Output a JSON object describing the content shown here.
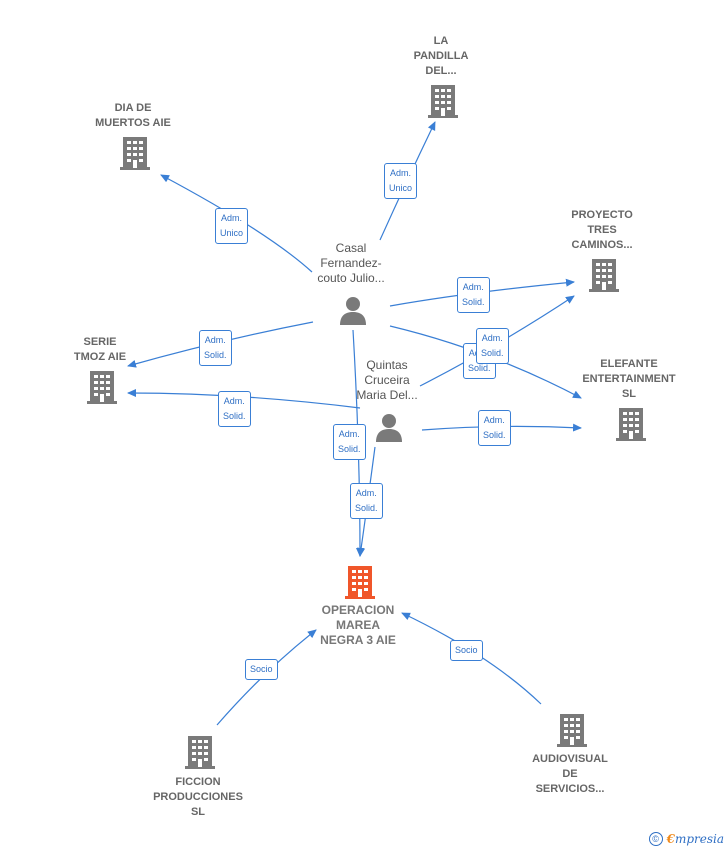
{
  "colors": {
    "edge": "#3a7fd5",
    "building": "#7a7a7a",
    "main_building": "#f0562a",
    "person": "#7a7a7a"
  },
  "nodes": [
    {
      "id": "dia",
      "kind": "company",
      "label": "DIA DE\nMUERTOS  AIE"
    },
    {
      "id": "pandilla",
      "kind": "company",
      "label": "LA\nPANDILLA\nDEL..."
    },
    {
      "id": "proyecto",
      "kind": "company",
      "label": "PROYECTO\nTRES\nCAMINOS..."
    },
    {
      "id": "serie",
      "kind": "company",
      "label": "SERIE\nTMOZ AIE"
    },
    {
      "id": "elefante",
      "kind": "company",
      "label": "ELEFANTE\nENTERTAINMENT\nSL"
    },
    {
      "id": "main",
      "kind": "main",
      "label": "OPERACION\nMAREA\nNEGRA 3  AIE"
    },
    {
      "id": "ficcion",
      "kind": "company",
      "label": "FICCION\nPRODUCCIONES\nSL"
    },
    {
      "id": "audio",
      "kind": "company",
      "label": "AUDIOVISUAL\nDE\nSERVICIOS..."
    },
    {
      "id": "casal",
      "kind": "person",
      "label": "Casal\nFernandez-\ncouto Julio..."
    },
    {
      "id": "quintas",
      "kind": "person",
      "label": "Quintas\nCruceira\nMaria Del..."
    }
  ],
  "edges": [
    {
      "from": "casal",
      "to": "dia",
      "label": "Adm.\nUnico"
    },
    {
      "from": "casal",
      "to": "pandilla",
      "label": "Adm.\nUnico"
    },
    {
      "from": "casal",
      "to": "proyecto",
      "label": "Adm.\nSolid."
    },
    {
      "from": "casal",
      "to": "serie",
      "label": "Adm.\nSolid."
    },
    {
      "from": "casal",
      "to": "elefante",
      "label": "Adm.\nSolid."
    },
    {
      "from": "casal",
      "to": "main",
      "label": "Adm.\nSolid."
    },
    {
      "from": "quintas",
      "to": "serie",
      "label": "Adm.\nSolid."
    },
    {
      "from": "quintas",
      "to": "proyecto",
      "label": "Adm.\nSolid."
    },
    {
      "from": "quintas",
      "to": "elefante",
      "label": "Adm.\nSolid."
    },
    {
      "from": "quintas",
      "to": "main",
      "label": "Adm.\nSolid."
    },
    {
      "from": "ficcion",
      "to": "main",
      "label": "Socio"
    },
    {
      "from": "audio",
      "to": "main",
      "label": "Socio"
    }
  ],
  "footer": {
    "copyright": "©",
    "brand_first": "€",
    "brand_rest": "mpresia"
  }
}
